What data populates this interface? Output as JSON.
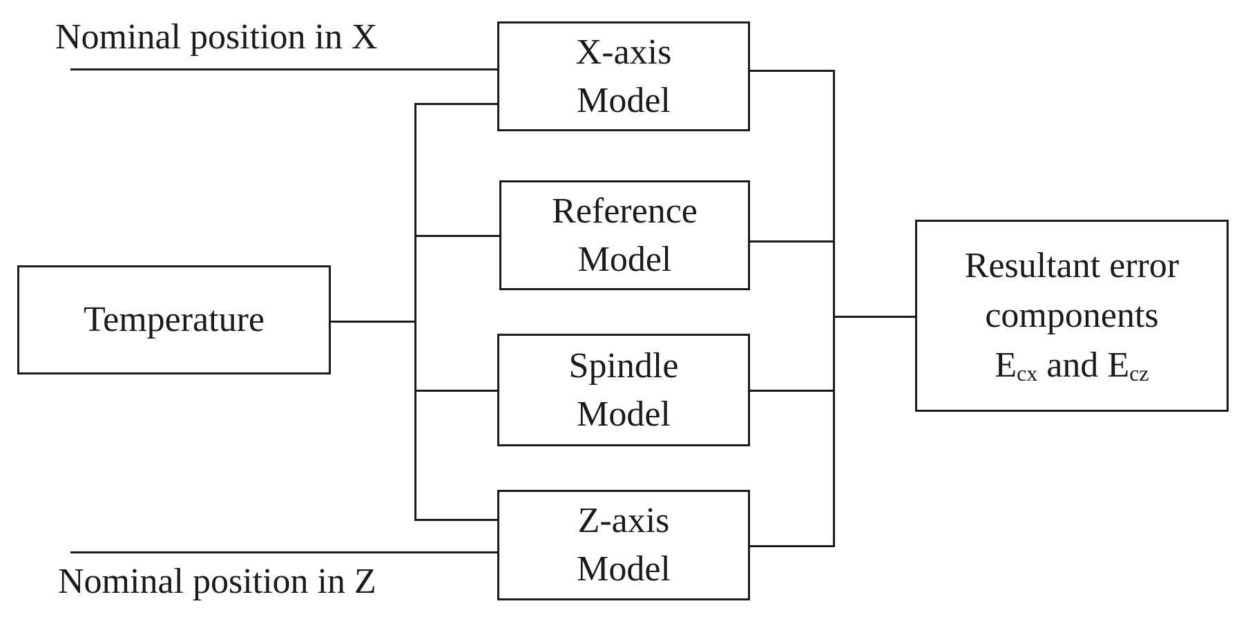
{
  "inputs": {
    "nominal_x": "Nominal position in X",
    "nominal_z": "Nominal position in Z",
    "temperature": "Temperature"
  },
  "models": {
    "x_axis": {
      "line1": "X-axis",
      "line2": "Model"
    },
    "reference": {
      "line1": "Reference",
      "line2": "Model"
    },
    "spindle": {
      "line1": "Spindle",
      "line2": "Model"
    },
    "z_axis": {
      "line1": "Z-axis",
      "line2": "Model"
    }
  },
  "output": {
    "line1": "Resultant error",
    "line2": "components",
    "e1": "E",
    "e1_sub": "cx",
    "and": " and ",
    "e2": "E",
    "e2_sub": "cz"
  }
}
